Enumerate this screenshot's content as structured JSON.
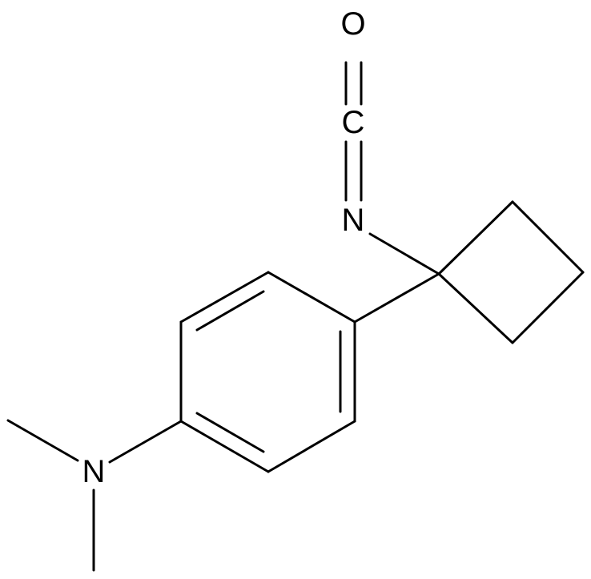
{
  "molecule": {
    "atoms": {
      "oxygen": "O",
      "carbon": "C",
      "isocyanate_nitrogen": "N",
      "amine_nitrogen": "N"
    }
  },
  "colors": {
    "bond": "#000000",
    "label": "#000000",
    "background": "#ffffff"
  }
}
